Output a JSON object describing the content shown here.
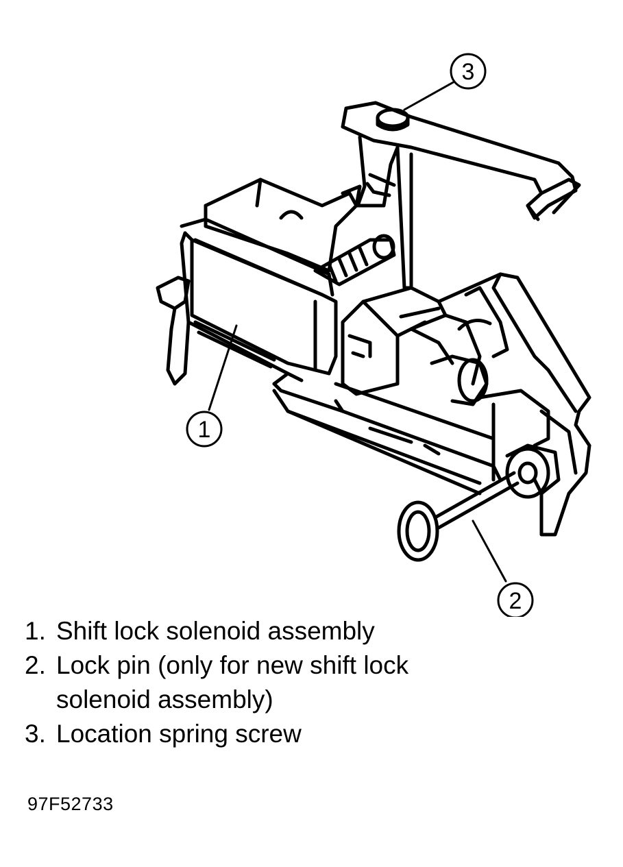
{
  "callouts": [
    "1",
    "2",
    "3"
  ],
  "legend": [
    {
      "number": "1.",
      "text": "Shift lock solenoid assembly"
    },
    {
      "number": "2.",
      "text": "Lock pin (only for new shift lock\nsolenoid assembly)"
    },
    {
      "number": "3.",
      "text": "Location spring screw"
    }
  ],
  "figure_code": "97F52733",
  "colors": {
    "ink": "#000000",
    "paper": "#ffffff"
  }
}
